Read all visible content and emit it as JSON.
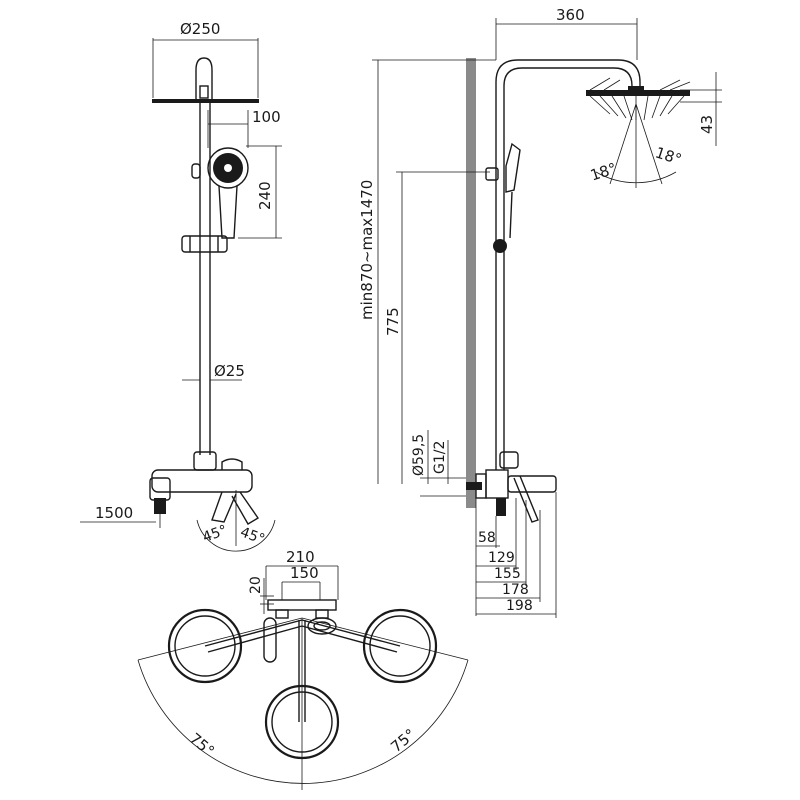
{
  "dimensions": {
    "head_diameter": "Ø250",
    "hand_shower_width": "100",
    "hand_shower_height": "240",
    "pipe_diameter": "Ø25",
    "hose_length": "1500",
    "lever_angle_left": "45°",
    "lever_angle_right": "45°",
    "arm_reach": "360",
    "head_offset": "43",
    "head_tilt_left": "18°",
    "head_tilt_right": "18°",
    "total_height": "min870~max1470",
    "bracket_height": "775",
    "flange_diameter": "Ø59,5",
    "thread": "G1/2",
    "depth_58": "58",
    "depth_129": "129",
    "depth_155": "155",
    "depth_178": "178",
    "depth_198": "198",
    "centers_210": "210",
    "centers_150": "150",
    "offset_20": "20",
    "rotation_left": "75°",
    "rotation_right": "75°"
  }
}
